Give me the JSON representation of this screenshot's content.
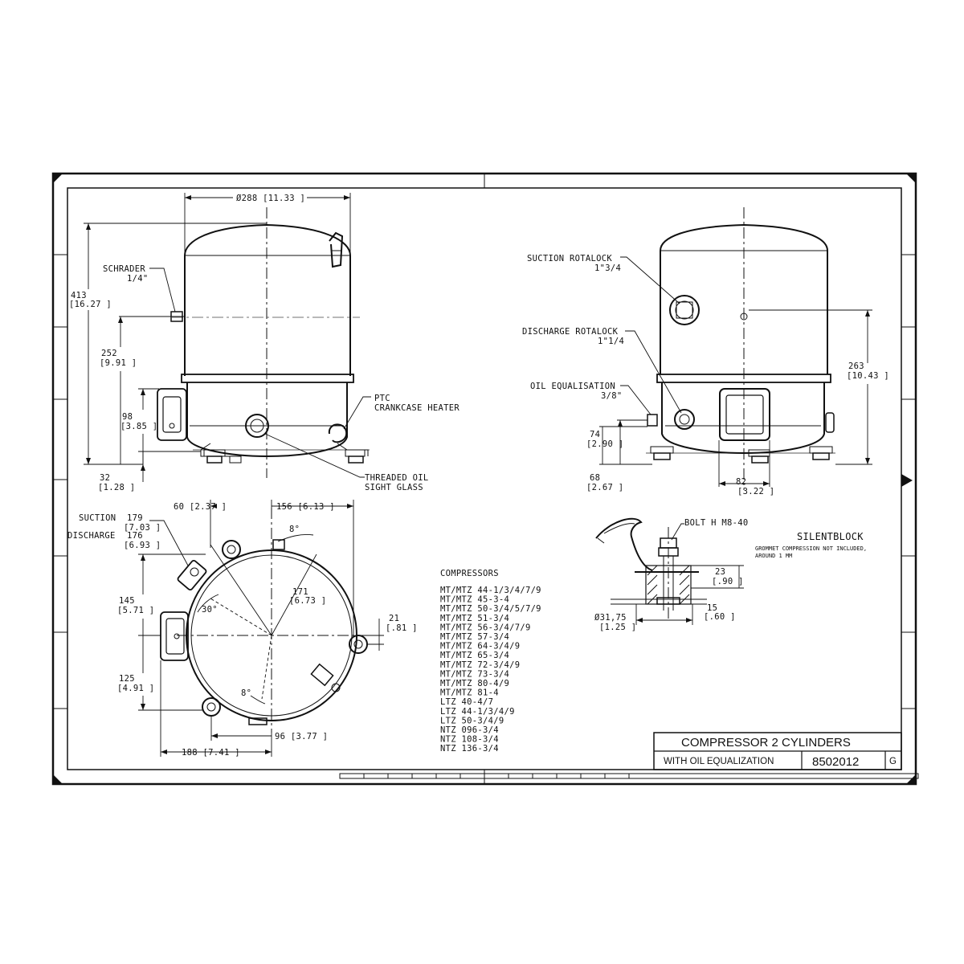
{
  "drawing": {
    "title_block": {
      "title": "COMPRESSOR 2 CYLINDERS",
      "subtitle": "WITH OIL EQUALIZATION",
      "drawing_number": "8502012",
      "revision": "G"
    },
    "side_view": {
      "dim_diameter": "Ø288 [11.33 ]",
      "dim_413": "413",
      "dim_413_in": "[16.27 ]",
      "schrader": "SCHRADER",
      "schrader_size": "1/4\"",
      "dim_252": "252",
      "dim_252_in": "[9.91 ]",
      "dim_98": "98",
      "dim_98_in": "[3.85 ]",
      "dim_32": "32",
      "dim_32_in": "[1.28 ]",
      "ptc": "PTC",
      "crankcase_heater": "CRANKCASE HEATER",
      "threaded_oil": "THREADED OIL",
      "sight_glass": "SIGHT GLASS"
    },
    "front_view": {
      "suction_rotalock": "SUCTION ROTALOCK",
      "suction_size": "1\"3/4",
      "discharge_rotalock": "DISCHARGE ROTALOCK",
      "discharge_size": "1\"1/4",
      "oil_equalisation": "OIL EQUALISATION",
      "oil_size": "3/8\"",
      "dim_263": "263",
      "dim_263_in": "[10.43 ]",
      "dim_74": "74",
      "dim_74_in": "[2.90 ]",
      "dim_68": "68",
      "dim_68_in": "[2.67 ]",
      "dim_82": "82",
      "dim_82_in": "[3.22 ]"
    },
    "top_view": {
      "suction": "SUCTION",
      "suction_dim": "179",
      "suction_dim_in": "[7.03 ]",
      "discharge": "DISCHARGE",
      "discharge_dim": "176",
      "discharge_dim_in": "[6.93 ]",
      "dim_60": "60 [2.37 ]",
      "dim_156": "156 [6.13 ]",
      "angle_8_top": "8°",
      "dim_171": "171",
      "dim_171_in": "[6.73 ]",
      "angle_30": "30°",
      "dim_145": "145",
      "dim_145_in": "[5.71 ]",
      "dim_21": "21",
      "dim_21_in": "[.81 ]",
      "dim_125": "125",
      "dim_125_in": "[4.91 ]",
      "angle_8_bottom": "8°",
      "dim_96": "96 [3.77 ]",
      "dim_188": "188 [7.41 ]"
    },
    "silentblock": {
      "bolt": "BOLT H M8-40",
      "title": "SILENTBLOCK",
      "note_line1": "GROMMET COMPRESSION NOT INCLUDED,",
      "note_line2": "AROUND 1 MM",
      "dim_23": "23",
      "dim_23_in": "[.90 ]",
      "dim_15": "15",
      "dim_15_in": "[.60 ]",
      "dim_dia": "Ø31,75",
      "dim_dia_in": "[1.25 ]"
    },
    "compressors": {
      "heading": "COMPRESSORS",
      "models": [
        "MT/MTZ  44-1/3/4/7/9",
        "MT/MTZ  45-3-4",
        "MT/MTZ  50-3/4/5/7/9",
        "MT/MTZ  51-3/4",
        "MT/MTZ  56-3/4/7/9",
        "MT/MTZ  57-3/4",
        "MT/MTZ  64-3/4/9",
        "MT/MTZ  65-3/4",
        "MT/MTZ  72-3/4/9",
        "MT/MTZ  73-3/4",
        "MT/MTZ  80-4/9",
        "MT/MTZ  81-4",
        "LTZ  40-4/7",
        "LTZ  44-1/3/4/9",
        "LTZ  50-3/4/9",
        "NTZ  096-3/4",
        "NTZ  108-3/4",
        "NTZ  136-3/4"
      ]
    }
  }
}
